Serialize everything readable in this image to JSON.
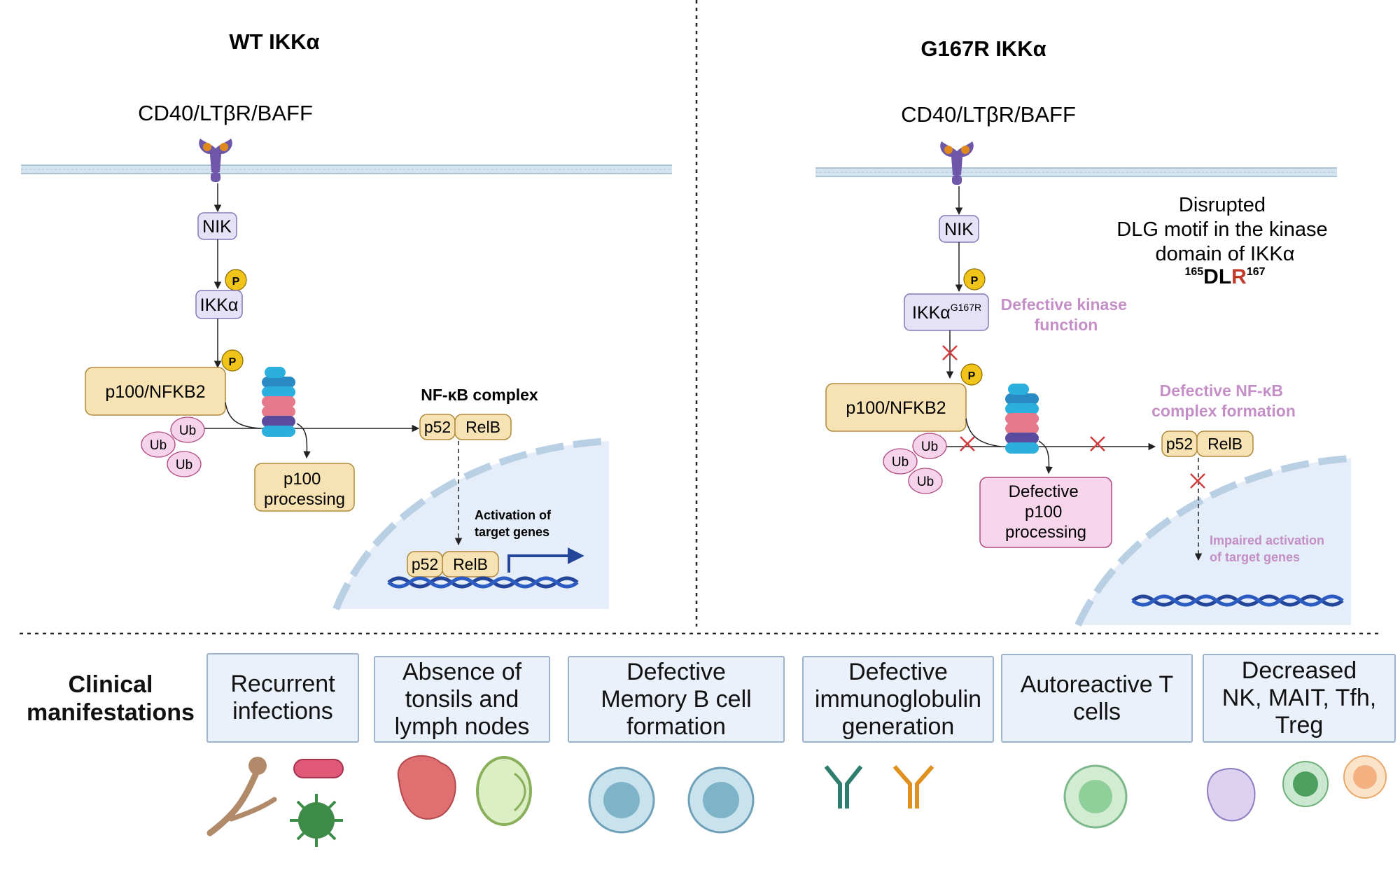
{
  "wt": {
    "title": "WT IKKα",
    "receptor": "CD40/LTβR/BAFF",
    "nik": "NIK",
    "ikk": "IKKα",
    "phospho": "P",
    "p100": "p100/NFKB2",
    "ub": "Ub",
    "processing": "p100\nprocessing",
    "complex_title": "NF-κB complex",
    "p52": "p52",
    "relb": "RelB",
    "activation": "Activation of\ntarget genes"
  },
  "mut": {
    "title": "G167R IKKα",
    "receptor": "CD40/LTβR/BAFF",
    "nik": "NIK",
    "ikk_base": "IKKα",
    "ikk_sup": "G167R",
    "phospho": "P",
    "defective_kinase": "Defective kinase\nfunction",
    "p100": "p100/NFKB2",
    "ub": "Ub",
    "defective_processing": "Defective\np100\nprocessing",
    "defective_complex": "Defective NF-κB\ncomplex formation",
    "p52": "p52",
    "relb": "RelB",
    "impaired": "Impaired activation\nof target genes",
    "motif_text": "Disrupted\nDLG motif in the kinase\ndomain of IKKα",
    "motif_pre_sup": "165",
    "motif_dl": "DL",
    "motif_r": "R",
    "motif_post_sup": "167"
  },
  "clinical": {
    "title": "Clinical\nmanifestations",
    "items": [
      "Recurrent\ninfections",
      "Absence of\ntonsils and\nlymph nodes",
      "Defective\nMemory B cell\nformation",
      "Defective\nimmunoglobulin\ngeneration",
      "Autoreactive T\ncells",
      "Decreased\nNK, MAIT, Tfh,\nTreg"
    ]
  },
  "colors": {
    "nucleus": "#e4edf8",
    "membrane": "#c9d9e6",
    "kinase_box": "#e5e1f6",
    "tan_box": "#f6e2b2",
    "tan_border": "#b08a3c",
    "ub_fill": "#f5d3ea",
    "phospho": "#f0c419",
    "defect_text": "#c48fc6",
    "red_x": "#d23c3c",
    "dna": "#23459a"
  }
}
